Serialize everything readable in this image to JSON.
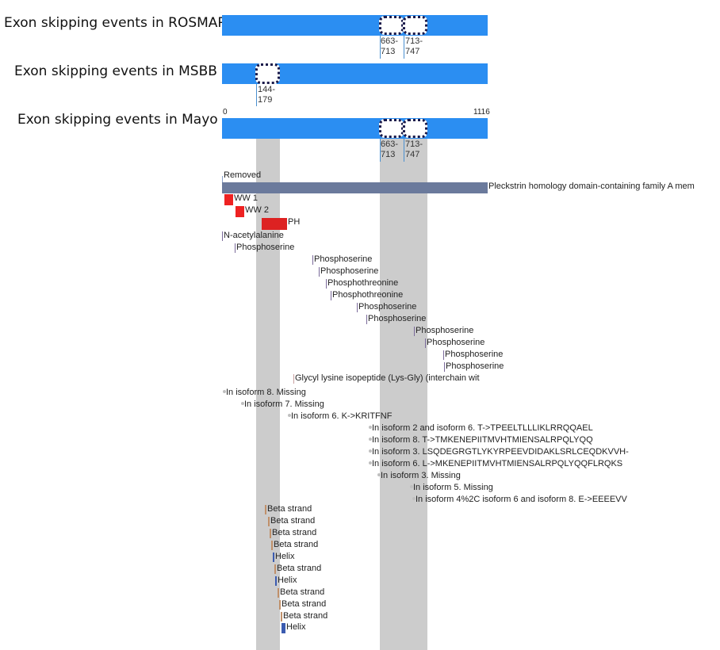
{
  "tracks": [
    {
      "title": "Exon skipping events in ROSMAP",
      "events": [
        {
          "lines": [
            "663-",
            "713"
          ]
        },
        {
          "lines": [
            "713-",
            "747"
          ]
        }
      ]
    },
    {
      "title": "Exon skipping events in MSBB",
      "events": [
        {
          "lines": [
            "144-",
            "179"
          ]
        }
      ]
    },
    {
      "title": "Exon skipping events in Mayo",
      "events": [
        {
          "lines": [
            "663-",
            "713"
          ]
        },
        {
          "lines": [
            "713-",
            "747"
          ]
        }
      ]
    }
  ],
  "axis": {
    "start": "0",
    "end": "1116"
  },
  "features": [
    {
      "label": "Removed",
      "color": "#8aa0c8"
    },
    {
      "label": "Pleckstrin homology domain-containing family A mem",
      "color": "#6b7a9c"
    },
    {
      "label": "WW 1",
      "color": "#ee2222"
    },
    {
      "label": "WW 2",
      "color": "#ee2222"
    },
    {
      "label": "PH",
      "color": "#dd2222"
    },
    {
      "label": "N-acetylalanine",
      "color": "#7a6a9a"
    },
    {
      "label": "Phosphoserine",
      "color": "#7a6a9a"
    },
    {
      "label": "Phosphoserine",
      "color": "#7a6a9a"
    },
    {
      "label": "Phosphoserine",
      "color": "#7a6a9a"
    },
    {
      "label": "Phosphothreonine",
      "color": "#7a6a9a"
    },
    {
      "label": "Phosphothreonine",
      "color": "#7a6a9a"
    },
    {
      "label": "Phosphoserine",
      "color": "#7a6a9a"
    },
    {
      "label": "Phosphoserine",
      "color": "#7a6a9a"
    },
    {
      "label": "Phosphoserine",
      "color": "#7a6a9a"
    },
    {
      "label": "Phosphoserine",
      "color": "#7a6a9a"
    },
    {
      "label": "Phosphoserine",
      "color": "#7a6a9a"
    },
    {
      "label": "Phosphoserine",
      "color": "#7a6a9a"
    },
    {
      "label": "Glycyl lysine isopeptide (Lys-Gly) (interchain wit",
      "color": "#c8a0a0"
    },
    {
      "label": "In isoform 8. Missing",
      "color": "#bfbfbf"
    },
    {
      "label": "In isoform 7. Missing",
      "color": "#bfbfbf"
    },
    {
      "label": "In isoform 6. K->KRITFNF",
      "color": "#bfbfbf"
    },
    {
      "label": "In isoform 2 and isoform 6. T->TPEELTLLLIKLRRQQAEL",
      "color": "#bfbfbf"
    },
    {
      "label": "In isoform 8. T->TMKENEPIITMVHTMIENSALRPQLYQQ",
      "color": "#bfbfbf"
    },
    {
      "label": "In isoform 3. LSQDEGRGTLYKYRPEEVDIDAKLSRLCEQDKVVH-",
      "color": "#bfbfbf"
    },
    {
      "label": "In isoform 6. L->MKENEPIITMVHTMIENSALRPQLYQQFLRQKS",
      "color": "#bfbfbf"
    },
    {
      "label": "In isoform 3. Missing",
      "color": "#bfbfbf"
    },
    {
      "label": "In isoform 5. Missing",
      "color": "#bfbfbf"
    },
    {
      "label": "In isoform 4%2C isoform 6 and isoform 8. E->EEEEVV",
      "color": "#bfbfbf"
    },
    {
      "label": "Beta strand",
      "color": "#c0906a"
    },
    {
      "label": "Beta strand",
      "color": "#c0906a"
    },
    {
      "label": "Beta strand",
      "color": "#c0906a"
    },
    {
      "label": "Beta strand",
      "color": "#c0906a"
    },
    {
      "label": "Helix",
      "color": "#3b5bb0"
    },
    {
      "label": "Beta strand",
      "color": "#c0906a"
    },
    {
      "label": "Helix",
      "color": "#3b5bb0"
    },
    {
      "label": "Beta strand",
      "color": "#c0906a"
    },
    {
      "label": "Beta strand",
      "color": "#c0906a"
    },
    {
      "label": "Beta strand",
      "color": "#c0906a"
    },
    {
      "label": "Helix",
      "color": "#3b5bb0"
    }
  ],
  "colors": {
    "bar": "#2b8ef2",
    "event_border": "#1a1a4a",
    "shade": "#cccccc"
  }
}
